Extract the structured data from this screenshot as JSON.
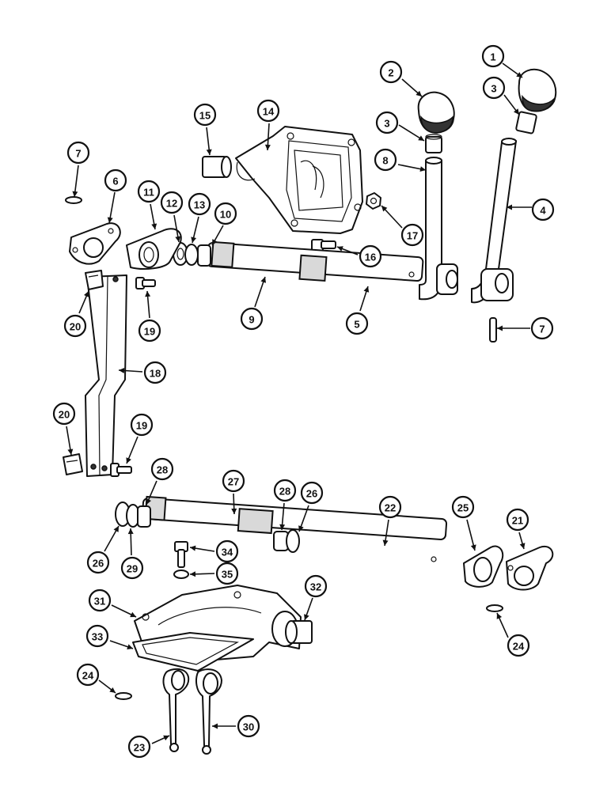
{
  "callouts": [
    {
      "id": "c1",
      "label": "1"
    },
    {
      "id": "c2",
      "label": "2"
    },
    {
      "id": "c3a",
      "label": "3"
    },
    {
      "id": "c3b",
      "label": "3"
    },
    {
      "id": "c4",
      "label": "4"
    },
    {
      "id": "c5",
      "label": "5"
    },
    {
      "id": "c6",
      "label": "6"
    },
    {
      "id": "c7a",
      "label": "7"
    },
    {
      "id": "c7b",
      "label": "7"
    },
    {
      "id": "c8",
      "label": "8"
    },
    {
      "id": "c9",
      "label": "9"
    },
    {
      "id": "c10",
      "label": "10"
    },
    {
      "id": "c11",
      "label": "11"
    },
    {
      "id": "c12",
      "label": "12"
    },
    {
      "id": "c13",
      "label": "13"
    },
    {
      "id": "c14",
      "label": "14"
    },
    {
      "id": "c15",
      "label": "15"
    },
    {
      "id": "c16",
      "label": "16"
    },
    {
      "id": "c17",
      "label": "17"
    },
    {
      "id": "c18",
      "label": "18"
    },
    {
      "id": "c19a",
      "label": "19"
    },
    {
      "id": "c19b",
      "label": "19"
    },
    {
      "id": "c20a",
      "label": "20"
    },
    {
      "id": "c20b",
      "label": "20"
    },
    {
      "id": "c21",
      "label": "21"
    },
    {
      "id": "c22",
      "label": "22"
    },
    {
      "id": "c23",
      "label": "23"
    },
    {
      "id": "c24a",
      "label": "24"
    },
    {
      "id": "c24b",
      "label": "24"
    },
    {
      "id": "c25",
      "label": "25"
    },
    {
      "id": "c26a",
      "label": "26"
    },
    {
      "id": "c26b",
      "label": "26"
    },
    {
      "id": "c27",
      "label": "27"
    },
    {
      "id": "c28a",
      "label": "28"
    },
    {
      "id": "c28b",
      "label": "28"
    },
    {
      "id": "c29",
      "label": "29"
    },
    {
      "id": "c30",
      "label": "30"
    },
    {
      "id": "c31",
      "label": "31"
    },
    {
      "id": "c32",
      "label": "32"
    },
    {
      "id": "c33",
      "label": "33"
    },
    {
      "id": "c34",
      "label": "34"
    },
    {
      "id": "c35",
      "label": "35"
    }
  ]
}
